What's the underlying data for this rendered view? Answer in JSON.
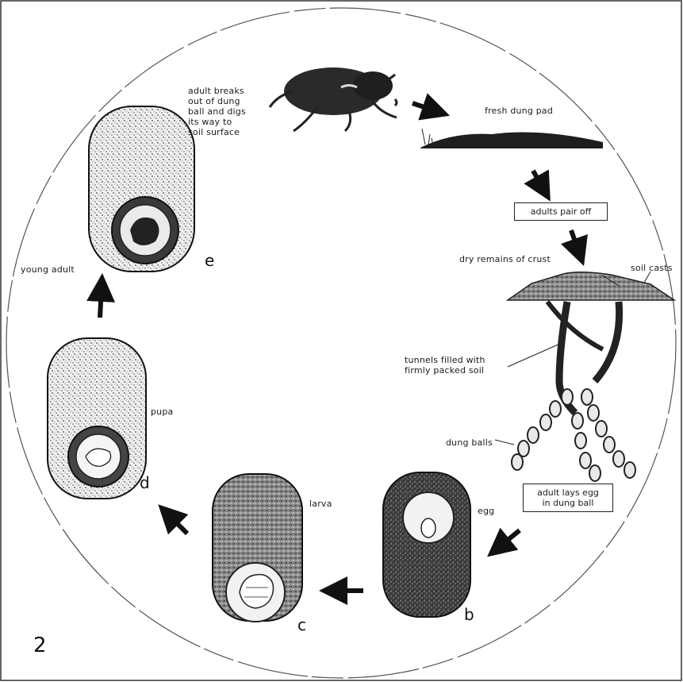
{
  "figure_number": "2",
  "labels": {
    "adult_emerges": "adult breaks\nout of dung\nball and digs\nits way to\nsoil surface",
    "fresh_dung_pad": "fresh dung pad",
    "dry_remains": "dry remains of crust",
    "soil_casts": "soil casts",
    "tunnels": "tunnels filled with\nfirmly packed soil",
    "dung_balls": "dung balls",
    "egg": "egg",
    "larva": "larva",
    "pupa": "pupa",
    "young_adult": "young adult"
  },
  "boxes": {
    "adults_pair_off": "adults pair off",
    "adult_lays_egg": "adult lays egg\nin dung ball"
  },
  "stage_letters": {
    "b": "b",
    "c": "c",
    "d": "d",
    "e": "e"
  },
  "colors": {
    "ink": "#1a1a1a",
    "ball_fill": "#3a3a3a",
    "ball_light": "#e8e8e8",
    "paper": "#ffffff"
  }
}
